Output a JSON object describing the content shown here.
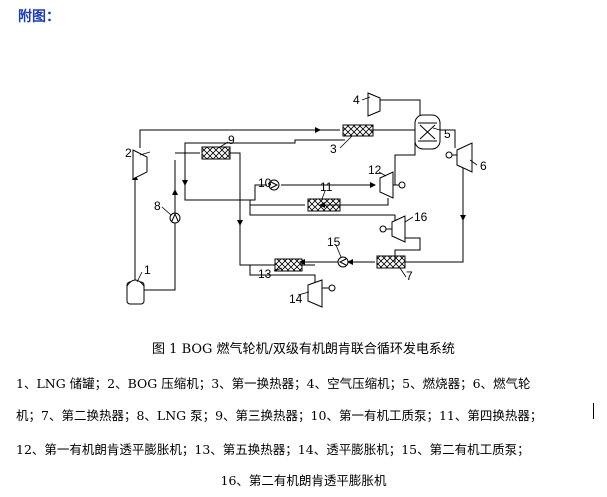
{
  "header": "附图：",
  "caption": "图 1 BOG 燃气轮机/双级有机朗肯联合循环发电系统",
  "component_numbers": {
    "n1": "1",
    "n2": "2",
    "n3": "3",
    "n4": "4",
    "n5": "5",
    "n6": "6",
    "n7": "7",
    "n8": "8",
    "n9": "9",
    "n10": "10",
    "n11": "11",
    "n12": "12",
    "n13": "13",
    "n14": "14",
    "n15": "15",
    "n16": "16"
  },
  "legend": {
    "line1": "1、LNG 储罐；2、BOG 压缩机；3、第一换热器；4、空气压缩机；5、燃烧器；6、燃气轮",
    "line2": "机；7、第二换热器；8、LNG 泵；9、第三换热器；10、第一有机工质泵；11、第四换热器；",
    "line3": "12、第一有机朗肯透平膨胀机；13、第五换热器；14、透平膨胀机；15、第二有机工质泵；",
    "line4": "16、第二有机朗肯透平膨胀机"
  }
}
